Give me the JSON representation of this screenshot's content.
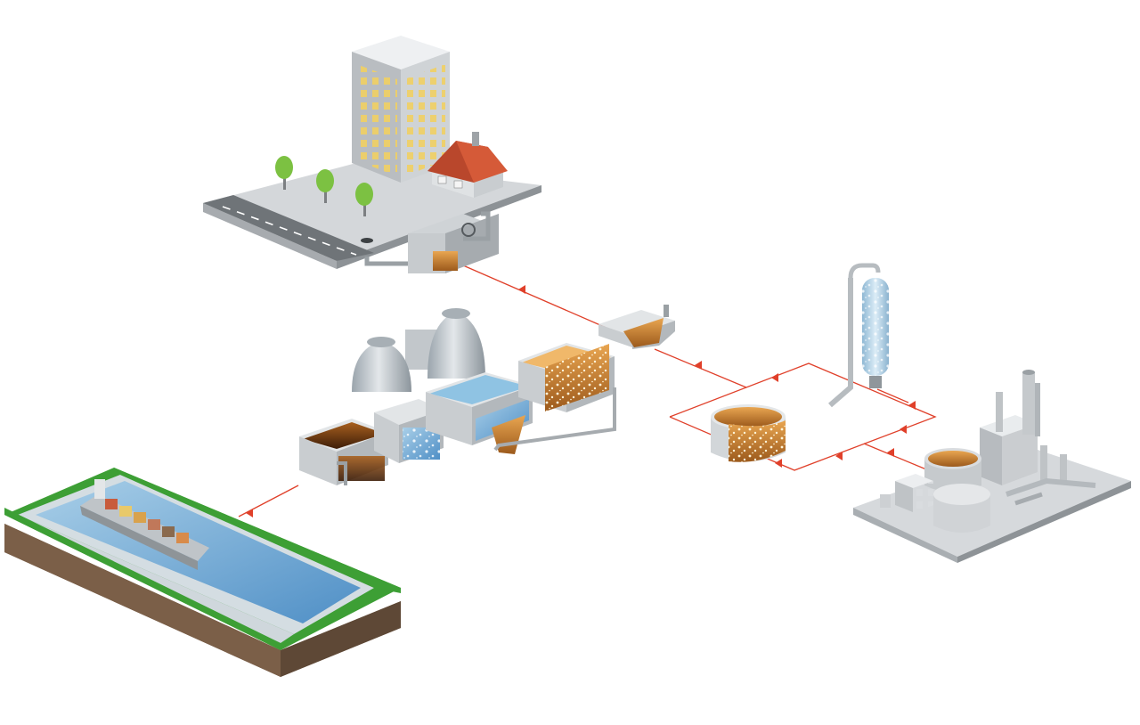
{
  "diagram": {
    "type": "wastewater-treatment-process-illustration",
    "labels": [],
    "flow_color": "#e0402a",
    "components": [
      {
        "name": "city-with-sewer-inlet",
        "icon": "city-buildings-icon"
      },
      {
        "name": "primary-screen-chamber",
        "icon": "screen-tank-icon"
      },
      {
        "name": "digesters",
        "icon": "digester-tanks-icon"
      },
      {
        "name": "grit-chamber",
        "icon": "grit-tank-icon"
      },
      {
        "name": "aeration-tank",
        "icon": "aeration-tank-icon"
      },
      {
        "name": "secondary-clarifier",
        "icon": "clarifier-icon"
      },
      {
        "name": "biofilter-tank",
        "icon": "biofilter-tank-icon"
      },
      {
        "name": "hopper-tank",
        "icon": "hopper-tank-icon"
      },
      {
        "name": "round-reactor",
        "icon": "round-reactor-icon"
      },
      {
        "name": "scrubber-tower",
        "icon": "tower-icon"
      },
      {
        "name": "industrial-plant",
        "icon": "factory-icon"
      },
      {
        "name": "river-with-ship",
        "icon": "river-ship-icon"
      }
    ]
  }
}
